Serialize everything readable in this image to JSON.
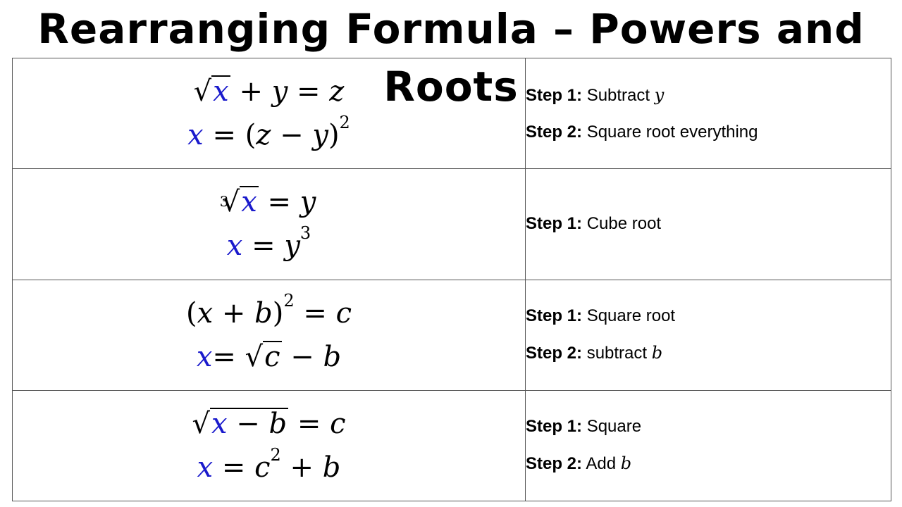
{
  "title": "Rearranging Formula – Powers and Roots",
  "colors": {
    "variable": "#1a1acc",
    "border": "#555555",
    "text": "#000000"
  },
  "rows": [
    {
      "line1": {
        "radicand": "x",
        "plus": "+",
        "y": "y",
        "eq": "=",
        "rhs": "z"
      },
      "line2": {
        "var": "x",
        "eq": "=",
        "open": "(",
        "z": "z",
        "minus": "−",
        "y": "y",
        "close": ")",
        "exp": "2"
      },
      "steps": [
        {
          "label": "Step 1:",
          "text": "Subtract",
          "var": "y"
        },
        {
          "label": "Step 2:",
          "text": "Square root everything",
          "var": ""
        }
      ]
    },
    {
      "line1": {
        "index": "3",
        "radicand": "x",
        "eq": "=",
        "rhs": "y"
      },
      "line2": {
        "var": "x",
        "eq": "=",
        "base": "y",
        "exp": "3"
      },
      "steps": [
        {
          "label": "Step 1:",
          "text": "Cube root",
          "var": ""
        }
      ]
    },
    {
      "line1": {
        "open": "(",
        "x": "x",
        "plus": "+",
        "b": "b",
        "close": ")",
        "exp": "2",
        "eq": "=",
        "rhs": "c"
      },
      "line2": {
        "var": "x",
        "eq": "=",
        "radicand": "c",
        "minus": "−",
        "b": "b"
      },
      "steps": [
        {
          "label": "Step 1:",
          "text": "Square root",
          "var": ""
        },
        {
          "label": "Step 2:",
          "text": "subtract",
          "var": "b"
        }
      ]
    },
    {
      "line1": {
        "x": "x",
        "minus": "−",
        "b": "b",
        "eq": "=",
        "rhs": "c"
      },
      "line2": {
        "var": "x",
        "eq": "=",
        "c": "c",
        "exp": "2",
        "plus": "+",
        "b": "b"
      },
      "steps": [
        {
          "label": "Step 1:",
          "text": "Square",
          "var": ""
        },
        {
          "label": "Step 2:",
          "text": "Add",
          "var": "b"
        }
      ]
    }
  ]
}
